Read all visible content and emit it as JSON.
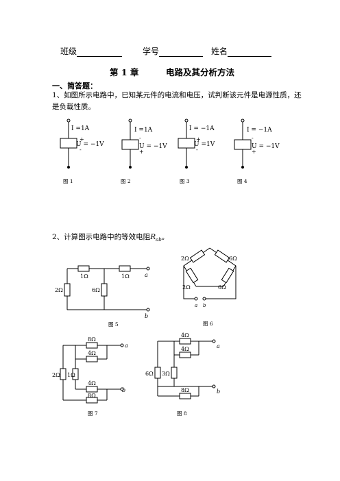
{
  "header": {
    "class_label": "班级",
    "id_label": "学号",
    "name_label": "姓名"
  },
  "chapter": {
    "number": "第 1 章",
    "title": "电路及其分析方法"
  },
  "section1": {
    "heading": "一、简答题：",
    "q1_line1": "1、如图所示电路中，已知某元件的电流和电压，试判断该元件是电源性质，还",
    "q1_line2": "是负载性质。"
  },
  "figs_row1": [
    {
      "current": "I =1A",
      "voltage": "U = −1V",
      "caption": "图 1"
    },
    {
      "current": "I =1A",
      "voltage": "U = −1V",
      "caption": "图 2"
    },
    {
      "current": "I = −1A",
      "voltage": "U =1V",
      "caption": "图 3"
    },
    {
      "current": "I = −1A",
      "voltage": "U = −1V",
      "caption": "图 4"
    }
  ],
  "section2": {
    "q2_text": "2、计算图示电路中的等效电阻",
    "q2_symbol": "R",
    "q2_sub": "ab",
    "q2_end": "。"
  },
  "fig5": {
    "r1": "1Ω",
    "r2": "1Ω",
    "r3": "2Ω",
    "r4": "6Ω",
    "a": "a",
    "b": "b",
    "caption": "图 5"
  },
  "fig6": {
    "r1": "2Ω",
    "r2": "6Ω",
    "r3": "2Ω",
    "r4": "6Ω",
    "a": "a",
    "b": "b",
    "caption": "图 6"
  },
  "fig7": {
    "r1": "8Ω",
    "r2": "4Ω",
    "r3": "2Ω",
    "r4": "1Ω",
    "r5": "4Ω",
    "r6": "8Ω",
    "a": "a",
    "b": "b",
    "caption": "图 7"
  },
  "fig8": {
    "r1": "4Ω",
    "r2": "4Ω",
    "r3": "6Ω",
    "r4": "3Ω",
    "r5": "8Ω",
    "a": "a",
    "b": "b",
    "caption": "图 8"
  }
}
